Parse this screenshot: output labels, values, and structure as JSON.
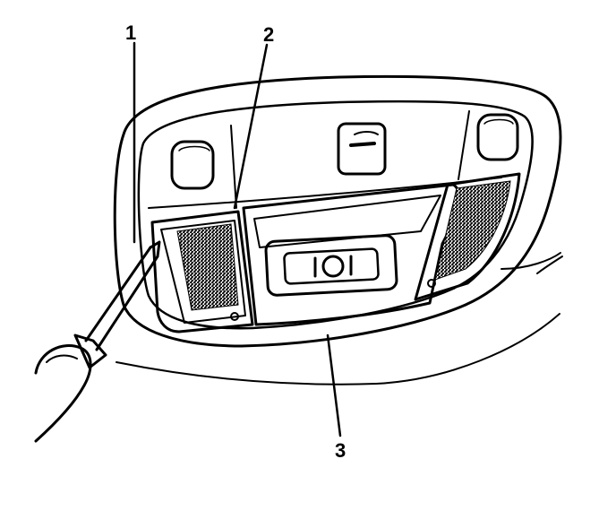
{
  "callouts": [
    {
      "label": "1"
    },
    {
      "label": "2"
    },
    {
      "label": "3"
    }
  ],
  "colors": {
    "ink": "#000000",
    "paper": "#ffffff",
    "shade": "#bdbdbd"
  }
}
